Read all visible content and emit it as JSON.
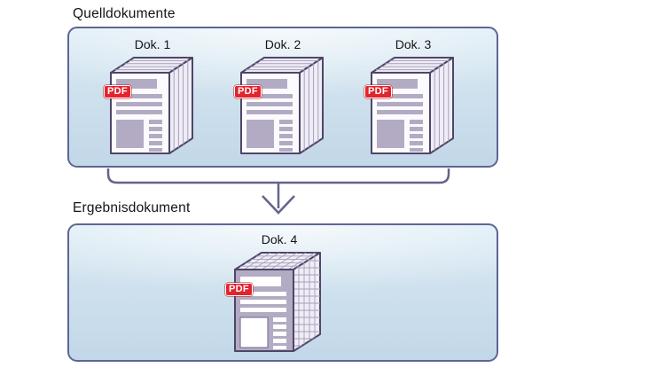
{
  "diagram": {
    "sources": {
      "label": "Quelldokumente",
      "docs": [
        {
          "label": "Dok. 1",
          "badge": "PDF"
        },
        {
          "label": "Dok. 2",
          "badge": "PDF"
        },
        {
          "label": "Dok. 3",
          "badge": "PDF"
        }
      ]
    },
    "result": {
      "label": "Ergebnisdokument",
      "doc": {
        "label": "Dok. 4",
        "badge": "PDF"
      }
    }
  },
  "icons": {
    "source_doc": "pdf-document-stack-icon",
    "result_doc": "pdf-document-stack-icon-inverted",
    "arrow": "merge-bracket-down-arrow"
  },
  "colors": {
    "box_border": "#5d6694",
    "box_fill_top": "#ddecf5",
    "box_fill_bottom": "#c2d7e8",
    "doc_outline": "#4e4668",
    "doc_front": "#fbfafd",
    "doc_bar": "#b3abc3",
    "stack_fill": "#efedf5",
    "stack_line": "#a89fbc",
    "badge_background": "#e2242e",
    "badge_text": "#ffffff",
    "arrow": "#63638c",
    "text": "#1b1b1b",
    "page_background": "#ffffff"
  }
}
